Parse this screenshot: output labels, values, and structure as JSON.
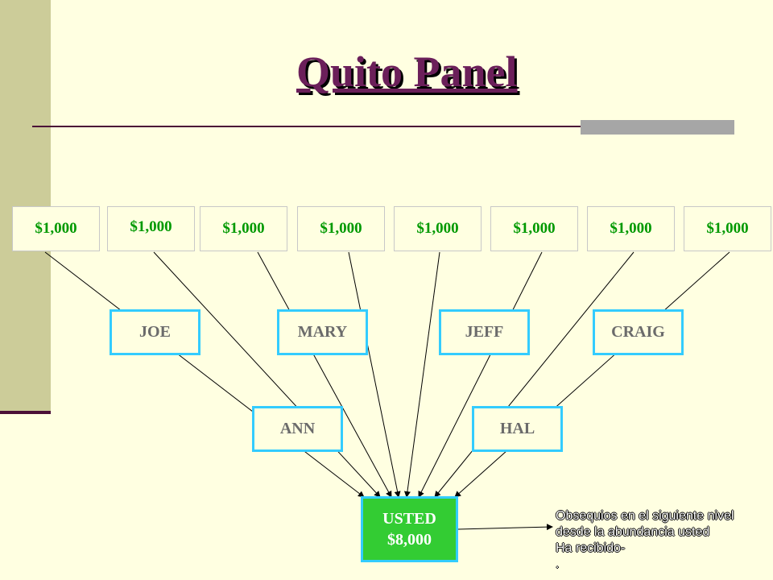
{
  "title": "Quito Panel",
  "gift_amount": "$1,000",
  "gifts": [
    {
      "label": "$1,000"
    },
    {
      "label": "$1,000"
    },
    {
      "label": "$1,000"
    },
    {
      "label": "$1,000"
    },
    {
      "label": "$1,000"
    },
    {
      "label": "$1,000"
    },
    {
      "label": "$1,000"
    },
    {
      "label": "$1,000"
    }
  ],
  "level2": [
    {
      "name": "JOE"
    },
    {
      "name": "MARY"
    },
    {
      "name": "JEFF"
    },
    {
      "name": "CRAIG"
    }
  ],
  "level1": [
    {
      "name": "ANN"
    },
    {
      "name": "HAL"
    }
  ],
  "center": {
    "line1": "USTED",
    "line2": "$8,000"
  },
  "note": {
    "line1": "Obsequios en el siguiente nivel",
    "line2": " desde la abundancia usted",
    "line3": "Ha recibido-",
    "line4": "."
  },
  "colors": {
    "accent_green": "#009900",
    "box_border": "#33ccff",
    "center_fill": "#33cc33",
    "title": "#6b1f5a",
    "sidebar": "#cccc99"
  }
}
